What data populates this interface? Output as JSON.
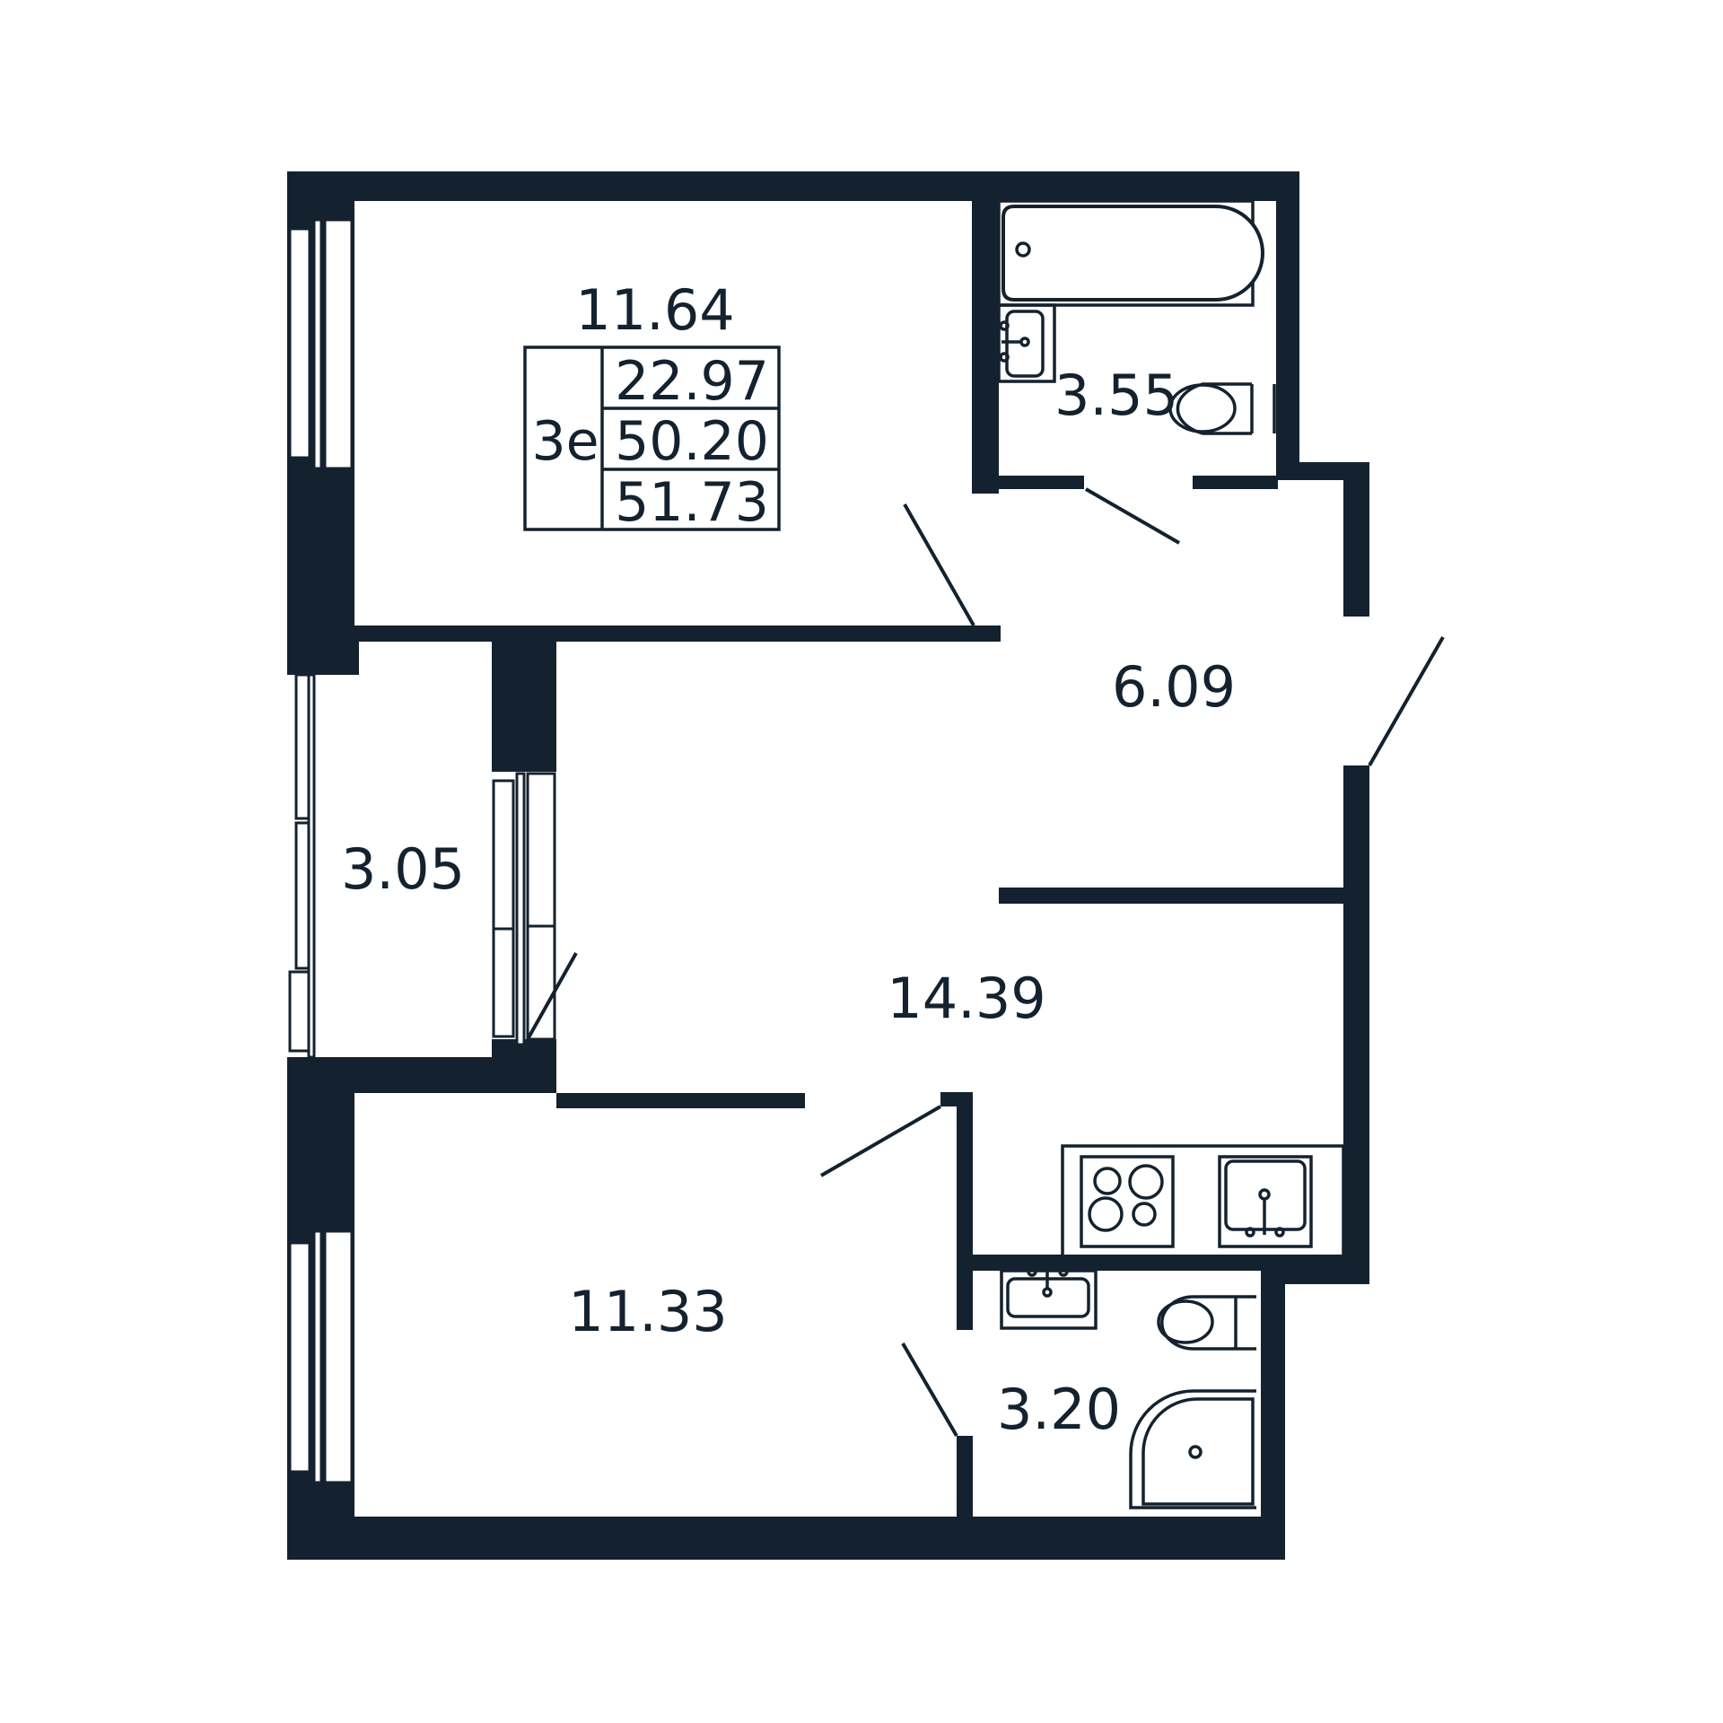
{
  "plan": {
    "unit_code": "3е",
    "summary": {
      "living_area": "22.97",
      "total_area": "50.20",
      "total_area_with_balcony": "51.73"
    },
    "rooms": [
      {
        "id": "bedroom-top",
        "area": "11.64"
      },
      {
        "id": "bathroom-top",
        "area": "3.55"
      },
      {
        "id": "hallway",
        "area": "6.09"
      },
      {
        "id": "balcony",
        "area": "3.05"
      },
      {
        "id": "kitchen-living",
        "area": "14.39"
      },
      {
        "id": "bedroom-bottom",
        "area": "11.33"
      },
      {
        "id": "bathroom-bottom",
        "area": "3.20"
      }
    ],
    "colors": {
      "wall": "#14222f",
      "background": "#ffffff"
    }
  }
}
